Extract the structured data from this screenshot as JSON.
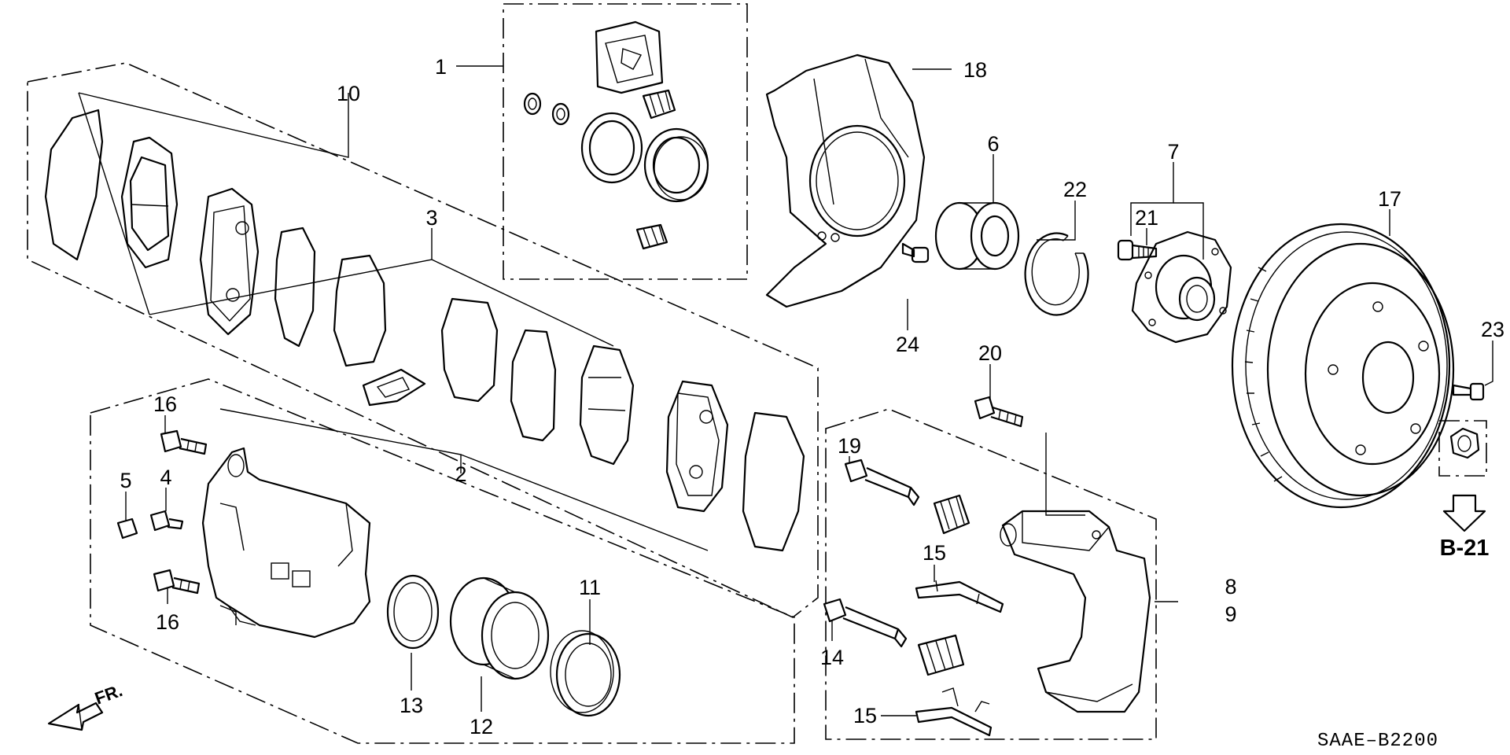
{
  "diagram": {
    "callouts": {
      "n1": "1",
      "n2": "2",
      "n3": "3",
      "n4": "4",
      "n5": "5",
      "n6": "6",
      "n7": "7",
      "n8": "8",
      "n9": "9",
      "n10": "10",
      "n11": "11",
      "n12": "12",
      "n13": "13",
      "n14": "14",
      "n15a": "15",
      "n15b": "15",
      "n16a": "16",
      "n16b": "16",
      "n17": "17",
      "n18": "18",
      "n19": "19",
      "n20": "20",
      "n21": "21",
      "n22": "22",
      "n23": "23",
      "n24": "24"
    },
    "page_ref": "B-21",
    "front_label": "FR.",
    "diagram_code": "SAAE–B2200"
  }
}
